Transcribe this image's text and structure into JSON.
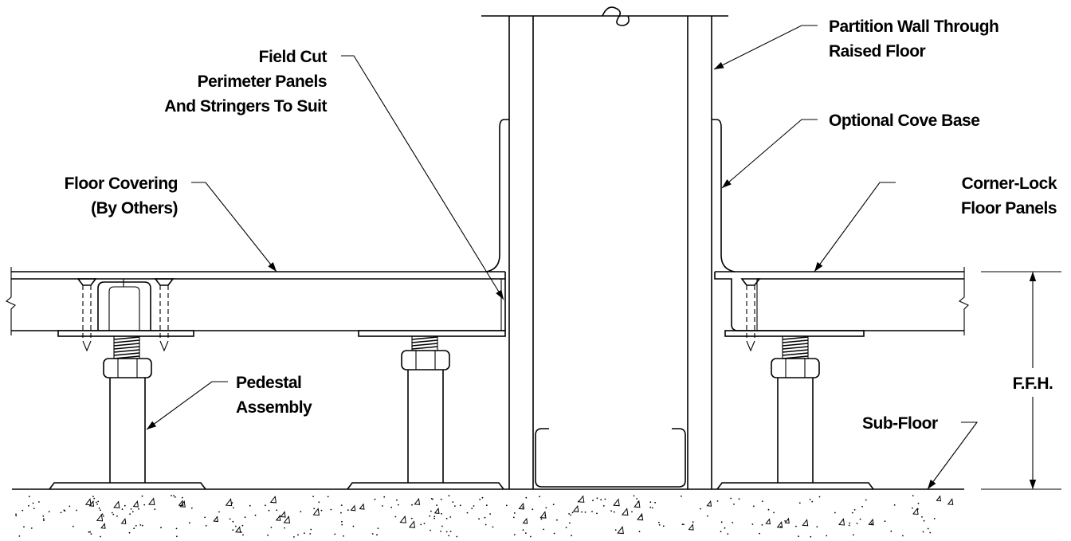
{
  "labels": {
    "field_cut": [
      "Field Cut",
      "Perimeter Panels",
      "And Stringers To Suit"
    ],
    "partition_wall": [
      "Partition Wall Through",
      "Raised Floor"
    ],
    "optional_cove": "Optional Cove Base",
    "floor_covering": [
      "Floor Covering",
      "(By Others)"
    ],
    "corner_lock": [
      "Corner-Lock",
      "Floor Panels"
    ],
    "pedestal": [
      "Pedestal",
      "Assembly"
    ],
    "ffh": "F.F.H.",
    "sub_floor": "Sub-Floor"
  }
}
